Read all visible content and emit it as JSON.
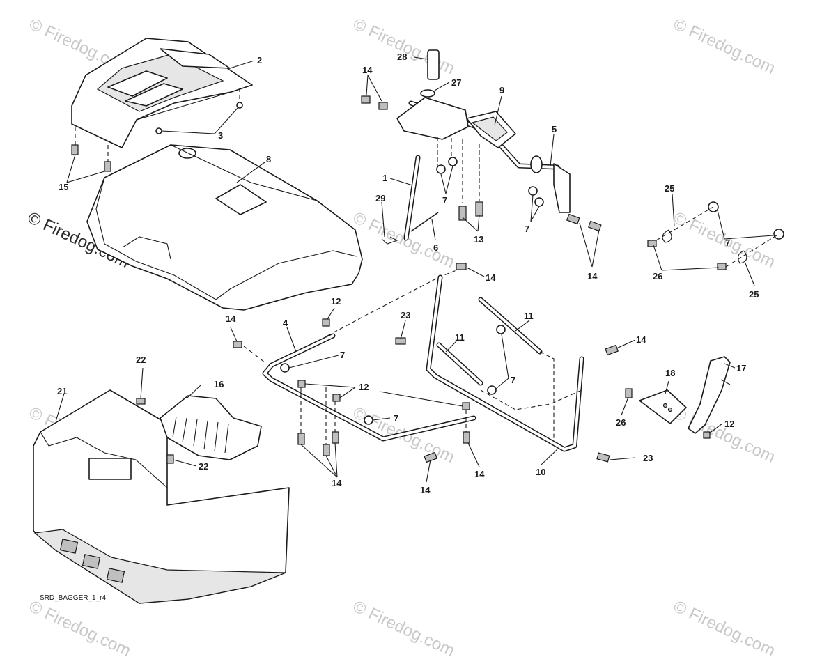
{
  "watermark": {
    "text": "© Firedog.com"
  },
  "diagram_code": "SRD_BAGGER_1_r4",
  "callouts": {
    "c1": "1",
    "c2": "2",
    "c3": "3",
    "c4": "4",
    "c5": "5",
    "c6": "6",
    "c7": "7",
    "c8": "8",
    "c9": "9",
    "c10": "10",
    "c11": "11",
    "c12": "12",
    "c13": "13",
    "c14": "14",
    "c15": "15",
    "c16": "16",
    "c17": "17",
    "c18": "18",
    "c21": "21",
    "c22": "22",
    "c23": "23",
    "c25": "25",
    "c26": "26",
    "c27": "27",
    "c28": "28",
    "c29": "29"
  }
}
